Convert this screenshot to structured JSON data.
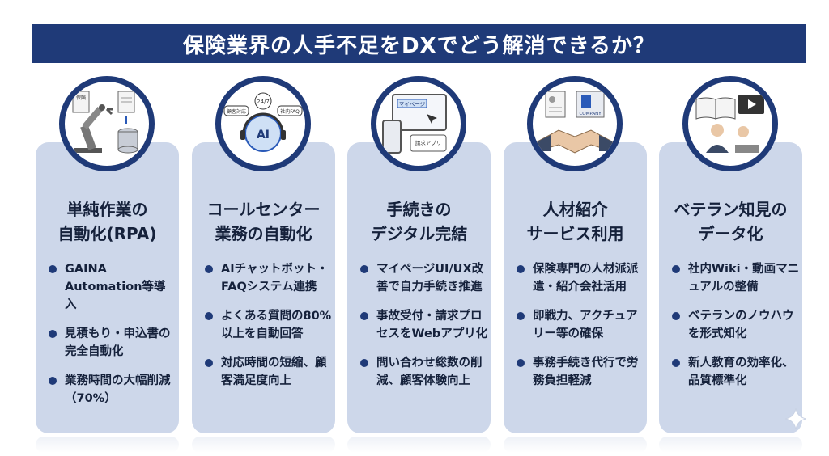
{
  "title": "保険業界の人手不足をDXでどう解消できるか？",
  "cards": [
    {
      "heading_line1": "単純作業の",
      "heading_line2": "自動化(RPA)",
      "icon": "robot-arm-icon",
      "icon_texts": [
        "保険"
      ],
      "bullets": [
        "GAINA Automation等導入",
        "見積もり・申込書の完全自動化",
        "業務時間の大幅削減（70%）"
      ]
    },
    {
      "heading_line1": "コールセンター",
      "heading_line2": "業務の自動化",
      "icon": "ai-headset-icon",
      "icon_texts": [
        "顧客対応",
        "24/7",
        "社内FAQ",
        "AI"
      ],
      "bullets": [
        "AIチャットボット・FAQシステム連携",
        "よくある質問の80%以上を自動回答",
        "対応時間の短縮、顧客満足度向上"
      ]
    },
    {
      "heading_line1": "手続きの",
      "heading_line2": "デジタル完結",
      "icon": "web-app-icon",
      "icon_texts": [
        "マイページ",
        "請求アプリ"
      ],
      "bullets": [
        "マイページUI/UX改善で自力手続き推進",
        "事故受付・請求プロセスをWebアプリ化",
        "問い合わせ総数の削減、顧客体験向上"
      ]
    },
    {
      "heading_line1": "人材紹介",
      "heading_line2": "サービス利用",
      "icon": "handshake-icon",
      "icon_texts": [
        "COMPANY"
      ],
      "bullets": [
        "保険専門の人材派派遣・紹介会社活用",
        "即戦力、アクチュアリー等の確保",
        "事務手続き代行で労務負担軽減"
      ]
    },
    {
      "heading_line1": "ベテラン知見の",
      "heading_line2": "データ化",
      "icon": "knowledge-icon",
      "icon_texts": [],
      "bullets": [
        "社内Wiki・動画マニュアルの整備",
        "ベテランのノウハウを形式知化",
        "新人教育の効率化、品質標準化"
      ]
    }
  ],
  "colors": {
    "navy": "#1f3a78",
    "card": "#cdd7ea"
  }
}
